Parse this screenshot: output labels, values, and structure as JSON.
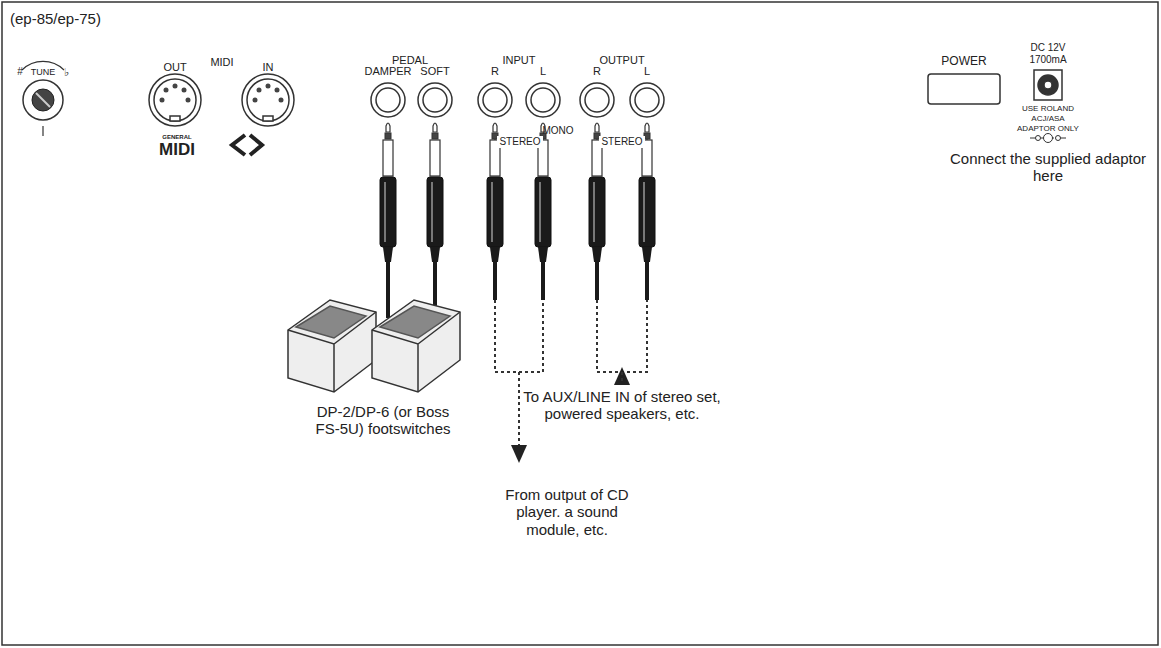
{
  "diagram": {
    "labels": [
      "(ep-85/ep-75)",
      "TUNE",
      "#",
      "♭",
      "MIDI",
      "OUT",
      "IN",
      "GENERAL",
      "MIDI",
      "PEDAL",
      "DAMPER",
      "SOFT",
      "INPUT",
      "R",
      "L",
      "STEREO",
      "MONO",
      "OUTPUT",
      "R",
      "L",
      "STEREO",
      "POWER",
      "DC 12V",
      "1700mA",
      "USE ROLAND",
      "ACJ/ASA",
      "ADAPTOR ONLY",
      "Connect the supplied adaptor here",
      "DP-2/DP-6 (or Boss FS-5U) footswitches",
      "To AUX/LINE IN of stereo set, powered speakers, etc.",
      "From output of CD player. a sound module, etc."
    ]
  }
}
